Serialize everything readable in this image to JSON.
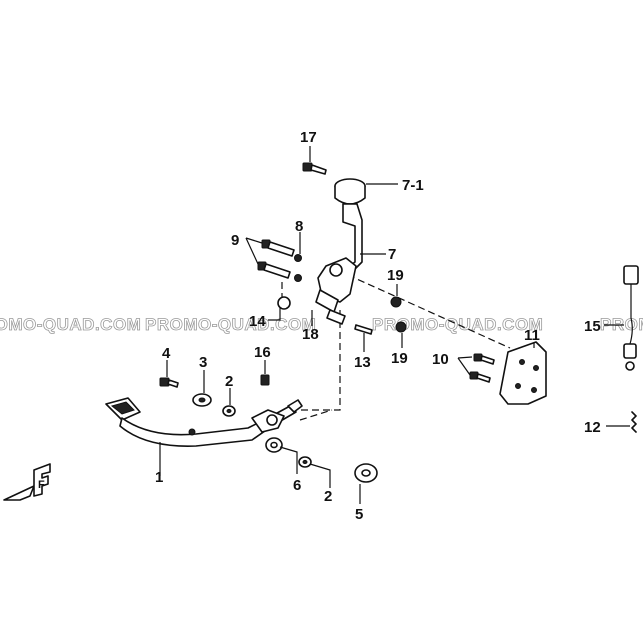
{
  "watermark": "PROMO-QUAD.COM",
  "callouts": {
    "c17": "17",
    "c7_1": "7-1",
    "c8": "8",
    "c9": "9",
    "c7": "7",
    "c19a": "19",
    "c14": "14",
    "c18": "18",
    "c13": "13",
    "c19b": "19",
    "c11": "11",
    "c10": "10",
    "c4": "4",
    "c3": "3",
    "c16": "16",
    "c2a": "2",
    "c1": "1",
    "c6": "6",
    "c2b": "2",
    "c5": "5",
    "c15": "15",
    "c12": "12"
  },
  "direction_mark": "F"
}
